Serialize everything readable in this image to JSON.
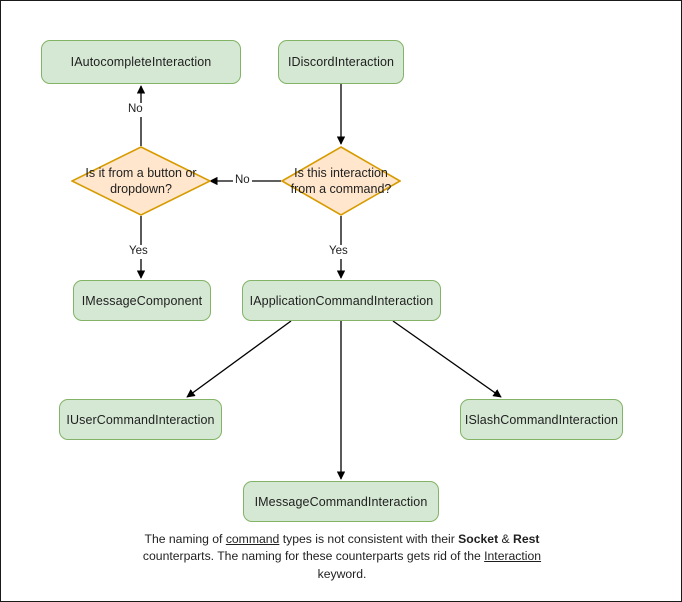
{
  "diagram": {
    "title_hidden": "Discord interaction type hierarchy flowchart",
    "colors": {
      "box_fill": "#d5e8d4",
      "box_border": "#82b366",
      "diamond_fill": "#ffe6cc",
      "diamond_border": "#d79b00",
      "edge": "#000000",
      "text": "#1f1f1f",
      "page_border": "#1a1a1a"
    },
    "nodes": {
      "autocomplete": "IAutocompleteInteraction",
      "discord": "IDiscordInteraction",
      "question_button_dropdown": "Is it from a button or dropdown?",
      "question_command": "Is this interaction from a command?",
      "message_component": "IMessageComponent",
      "application_command": "IApplicationCommandInteraction",
      "user_command": "IUserCommandInteraction",
      "slash_command": "ISlashCommandInteraction",
      "message_command": "IMessageCommandInteraction"
    },
    "edge_labels": {
      "no_to_autocomplete": "No",
      "no_to_button_dropdown": "No",
      "yes_to_message_component": "Yes",
      "yes_to_application_command": "Yes"
    },
    "caption": {
      "part1": "The naming of ",
      "underline1": "command",
      "part2": " types is not consistent with their ",
      "bold1": "Socket",
      "part3": " & ",
      "bold2": "Rest",
      "part4": " counterparts. The naming for these counterparts gets rid of the ",
      "underline2": "Interaction",
      "part5": " keyword."
    }
  }
}
